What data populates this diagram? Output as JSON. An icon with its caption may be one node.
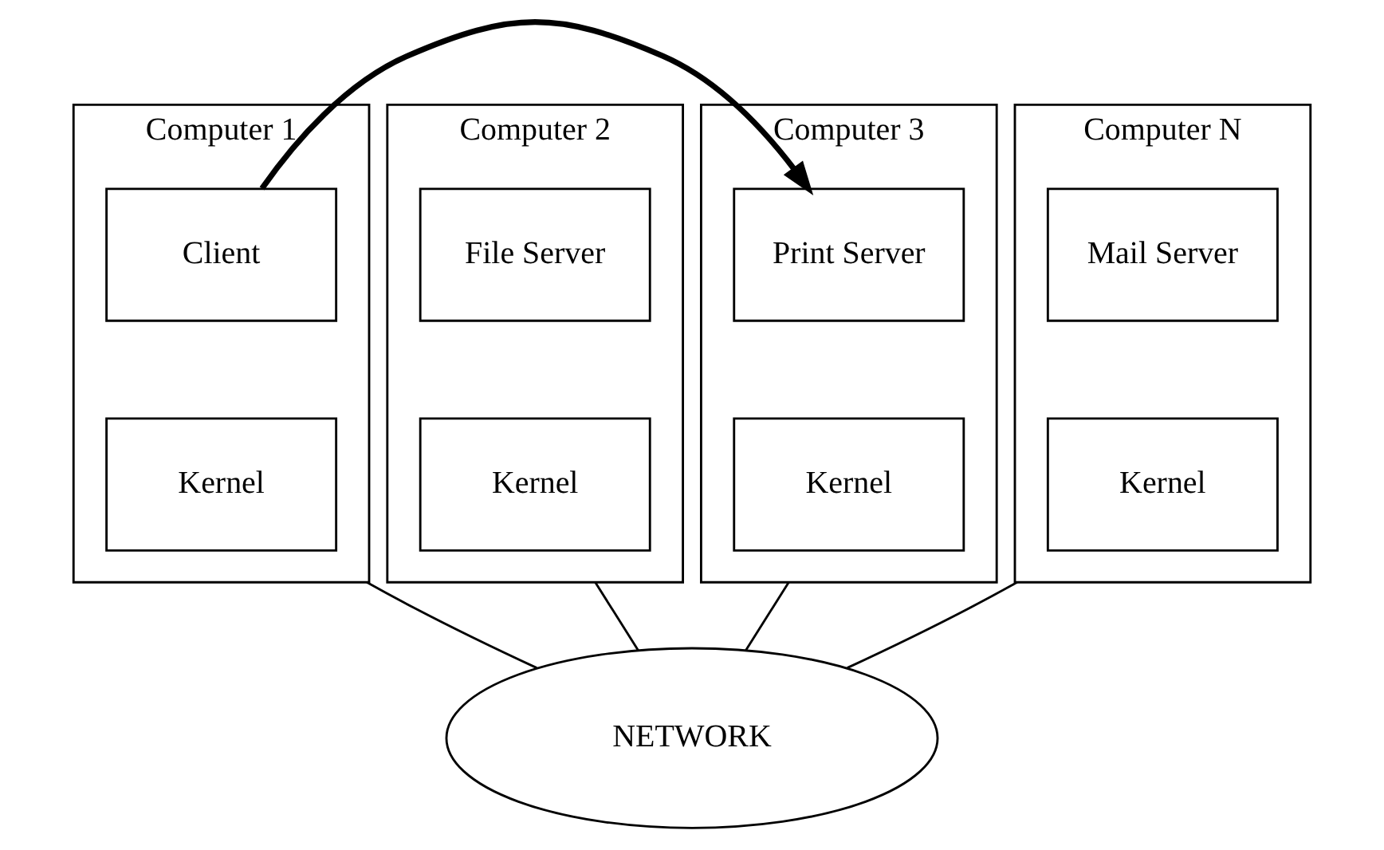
{
  "diagram": {
    "nodes": [
      {
        "text": [
          "Computer 1"
        ]
      },
      {
        "text": [
          "Client"
        ],
        "in": 0
      },
      {
        "text": [
          "Kernel"
        ],
        "in": 0
      },
      {
        "text": [
          "Computer 2"
        ]
      },
      {
        "text": [
          "File Server"
        ],
        "in": 3
      },
      {
        "text": [
          "Kernel"
        ],
        "in": 3
      },
      {
        "text": [
          "Computer 3"
        ]
      },
      {
        "text": [
          "Print Server"
        ],
        "in": 6
      },
      {
        "text": [
          "Kernel"
        ],
        "in": 6
      },
      {
        "text": [
          "Computer N"
        ]
      },
      {
        "text": [
          "Mail Server"
        ],
        "in": 9
      },
      {
        "text": [
          "Kernel"
        ],
        "in": 9
      },
      {
        "text": [
          "NETWORK"
        ]
      }
    ],
    "edges": [
      {
        "from": 0,
        "to": 12,
        "arrow": "none"
      },
      {
        "from": 3,
        "to": 12,
        "arrow": "none"
      },
      {
        "from": 6,
        "to": 12,
        "arrow": "none"
      },
      {
        "from": 9,
        "to": 12,
        "arrow": "none"
      },
      {
        "from": 1,
        "to": 7,
        "arrow": "to",
        "style": "thick"
      }
    ]
  }
}
